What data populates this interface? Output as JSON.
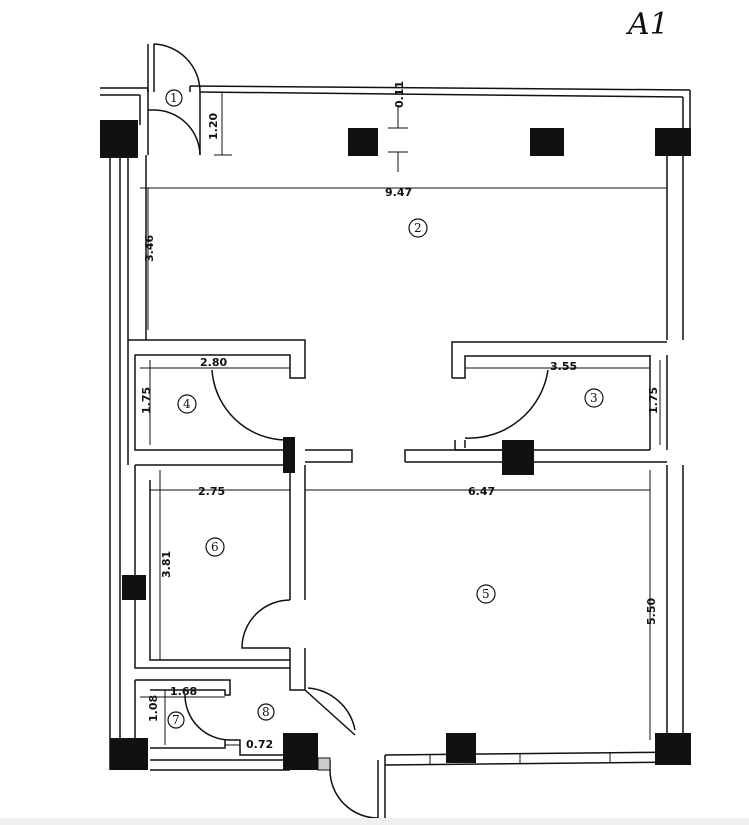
{
  "signature": "A1",
  "dimensions": {
    "d_0_11": "0.11",
    "d_1_20": "1.20",
    "d_9_47": "9.47",
    "d_3_46": "3.46",
    "d_2_80": "2.80",
    "d_3_55": "3.55",
    "d_1_75_left": "1.75",
    "d_1_75_right": "1.75",
    "d_2_75": "2.75",
    "d_6_47": "6.47",
    "d_3_81": "3.81",
    "d_5_50": "5.50",
    "d_1_68": "1.68",
    "d_1_08": "1.08",
    "d_0_72": "0.72"
  },
  "rooms": {
    "r1": "1",
    "r2": "2",
    "r3": "3",
    "r4": "4",
    "r5": "5",
    "r6": "6",
    "r7": "7",
    "r8": "8"
  }
}
